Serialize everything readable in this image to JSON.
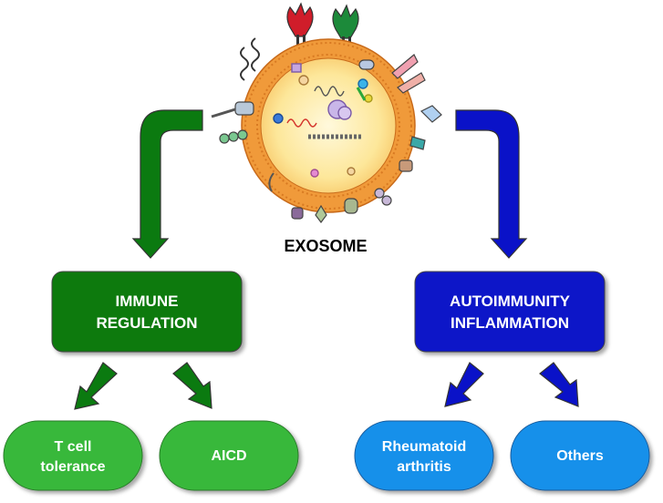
{
  "center": {
    "label": "EXOSOME"
  },
  "left_branch": {
    "box_line1": "IMMUNE",
    "box_line2": "REGULATION",
    "children": [
      {
        "line1": "T cell",
        "line2": "tolerance"
      },
      {
        "line1": "AICD",
        "line2": ""
      }
    ]
  },
  "right_branch": {
    "box_line1": "AUTOIMMUNITY",
    "box_line2": "INFLAMMATION",
    "children": [
      {
        "line1": "Rheumatoid",
        "line2": "arthritis"
      },
      {
        "line1": "Others",
        "line2": ""
      }
    ]
  },
  "colors": {
    "green_dark": "#0b7a10",
    "green_light": "#39b83a",
    "blue_dark": "#0a12c8",
    "blue_light": "#1590ea",
    "membrane": "#f09a3a",
    "lumen": "#fde79a"
  }
}
